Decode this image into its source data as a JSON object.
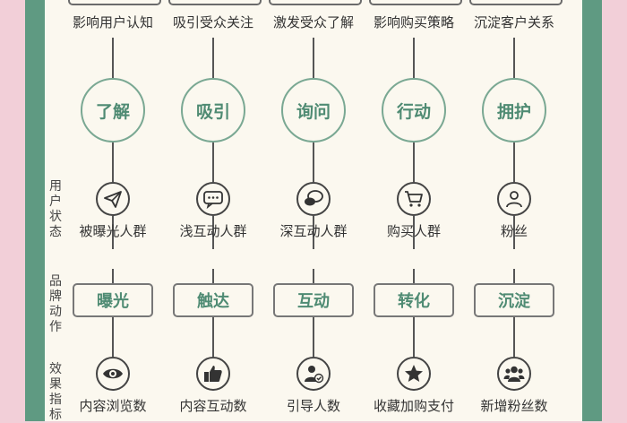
{
  "columns": [
    {
      "goal": "影响用户认知",
      "stage": "了解",
      "user_icon": "paper-plane-icon",
      "user_state": "被曝光人群",
      "action": "曝光",
      "metric_icon": "eye-icon",
      "metric": "内容浏览数"
    },
    {
      "goal": "吸引受众关注",
      "stage": "吸引",
      "user_icon": "chat-bubble-icon",
      "user_state": "浅互动人群",
      "action": "触达",
      "metric_icon": "thumbs-up-icon",
      "metric": "内容互动数"
    },
    {
      "goal": "激发受众了解",
      "stage": "询问",
      "user_icon": "speech-bubbles-icon",
      "user_state": "深互动人群",
      "action": "互动",
      "metric_icon": "user-check-icon",
      "metric": "引导人数"
    },
    {
      "goal": "影响购买策略",
      "stage": "行动",
      "user_icon": "shopping-cart-icon",
      "user_state": "购买人群",
      "action": "转化",
      "metric_icon": "star-icon",
      "metric": "收藏加购支付"
    },
    {
      "goal": "沉淀客户关系",
      "stage": "拥护",
      "user_icon": "person-icon",
      "user_state": "粉丝",
      "action": "沉淀",
      "metric_icon": "group-icon",
      "metric": "新增粉丝数"
    }
  ],
  "row_labels": {
    "user_state": "用户状态",
    "brand_action": "品牌动作",
    "metric": "效果指标"
  },
  "colors": {
    "accent_green": "#4f8b73",
    "border_green": "#5f9a82",
    "pink": "#f2cfd8",
    "paper": "#fbf8ef"
  }
}
